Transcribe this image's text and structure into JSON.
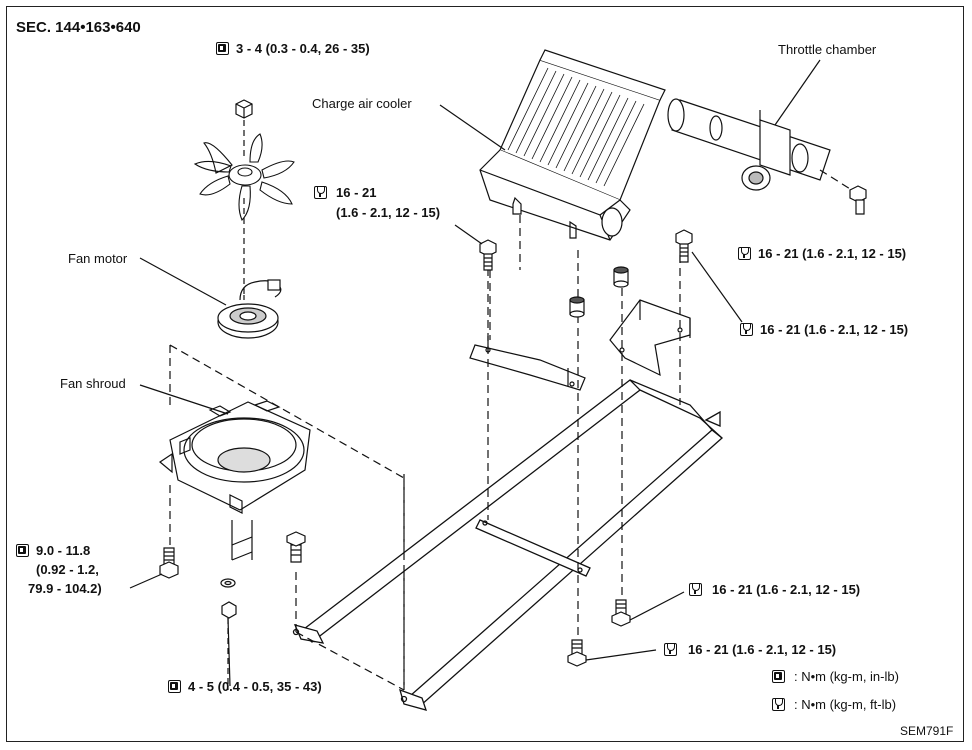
{
  "section_title": "SEC. 144•163•640",
  "figure_code": "SEM791F",
  "labels": {
    "throttle_chamber": "Throttle chamber",
    "charge_air_cooler": "Charge air cooler",
    "fan_motor": "Fan motor",
    "fan_shroud": "Fan shroud"
  },
  "torque_specs": {
    "fan_nut": "3 - 4 (0.3 - 0.4, 26 - 35)",
    "cooler_bolt_left_1": "16 - 21",
    "cooler_bolt_left_2": "(1.6 - 2.1, 12 - 15)",
    "cooler_bolt_right_top": "16 - 21 (1.6 - 2.1, 12 - 15)",
    "cooler_bolt_right_mid": "16 - 21 (1.6 - 2.1, 12 - 15)",
    "shroud_bolt_1": "9.0 - 11.8",
    "shroud_bolt_2": "(0.92 - 1.2,",
    "shroud_bolt_3": "79.9 - 104.2)",
    "shroud_nut": "4 - 5 (0.4 - 0.5, 35 - 43)",
    "frame_bolt_upper": "16 - 21 (1.6 - 2.1, 12 - 15)",
    "frame_bolt_lower": "16 - 21 (1.6 - 2.1, 12 - 15)"
  },
  "legend": {
    "in_lb": ": N•m (kg-m, in-lb)",
    "ft_lb": ": N•m (kg-m, ft-lb)"
  },
  "icons": {
    "in_lb": "torque-wrench-in-lb-icon",
    "ft_lb": "torque-wrench-ft-lb-icon"
  }
}
